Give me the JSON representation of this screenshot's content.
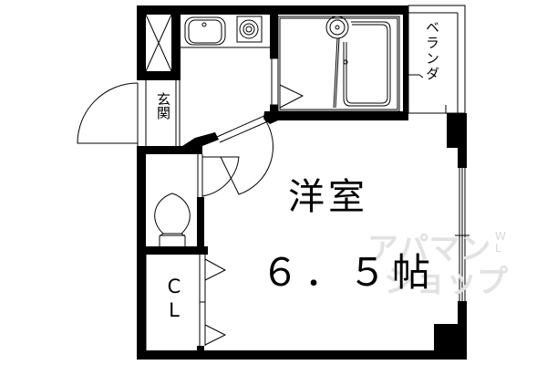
{
  "floor_plan": {
    "main_room": {
      "name": "洋室",
      "size": "6.5帖",
      "size_display": "６．５帖"
    },
    "labels": {
      "entrance": "玄関",
      "veranda": "ベランダ",
      "closet_line1": "C",
      "closet_line2": "L"
    },
    "fixtures": [
      "kitchen-sink",
      "stove",
      "bathtub",
      "washbasin",
      "toilet",
      "washing-machine-space"
    ],
    "watermark": {
      "line1": "アパマン",
      "line2": "ショップ",
      "small": "W L"
    },
    "colors": {
      "wall": "#000000",
      "background": "#ffffff",
      "watermark": "#e2e2e2"
    }
  }
}
